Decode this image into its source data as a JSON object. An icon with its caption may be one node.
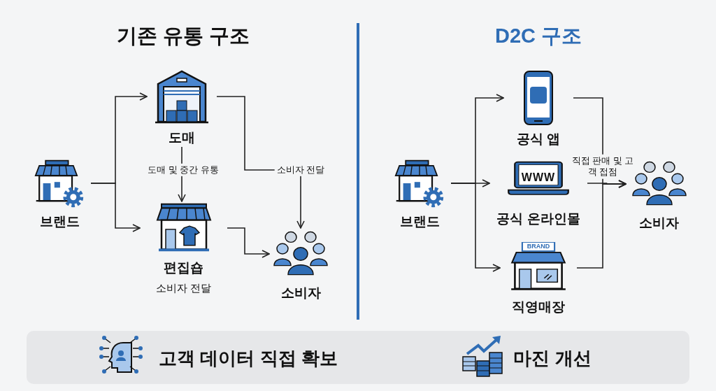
{
  "diagram": {
    "nodes": [
      {
        "text": [
          "브랜드"
        ]
      },
      {
        "text": [
          "도매"
        ]
      },
      {
        "text": [
          "편집숍",
          "소비자 전달"
        ]
      },
      {
        "text": [
          "소비자"
        ]
      },
      {
        "text": [
          "브랜드"
        ]
      },
      {
        "text": [
          "공식 앱"
        ]
      },
      {
        "text": [
          "공식 온라인몰"
        ]
      },
      {
        "text": [
          "직영매장"
        ]
      },
      {
        "text": [
          "소비자"
        ]
      }
    ],
    "edges": [
      {
        "from": 0,
        "to": 1,
        "arrow": "to"
      },
      {
        "from": 0,
        "to": 2,
        "arrow": "to"
      },
      {
        "from": 1,
        "to": 2,
        "arrow": "to",
        "label": "도매 및 중간 유통"
      },
      {
        "from": 1,
        "to": 3,
        "arrow": "to",
        "label": "소비자 전달"
      },
      {
        "from": 2,
        "to": 3,
        "arrow": "to"
      },
      {
        "from": 4,
        "to": 5,
        "arrow": "to"
      },
      {
        "from": 4,
        "to": 6,
        "arrow": "to"
      },
      {
        "from": 4,
        "to": 7,
        "arrow": "to"
      },
      {
        "from": 5,
        "to": 8,
        "arrow": "to"
      },
      {
        "from": 6,
        "to": 8,
        "arrow": "to",
        "label": "직접 판매 및 고객 접점"
      },
      {
        "from": 7,
        "to": 8,
        "arrow": "to"
      }
    ],
    "labels": [
      "기존 유통 구조",
      "D2C 구조",
      "WWW",
      "BRAND",
      "고객 데이터 직접 확보",
      "마진 개선"
    ]
  }
}
